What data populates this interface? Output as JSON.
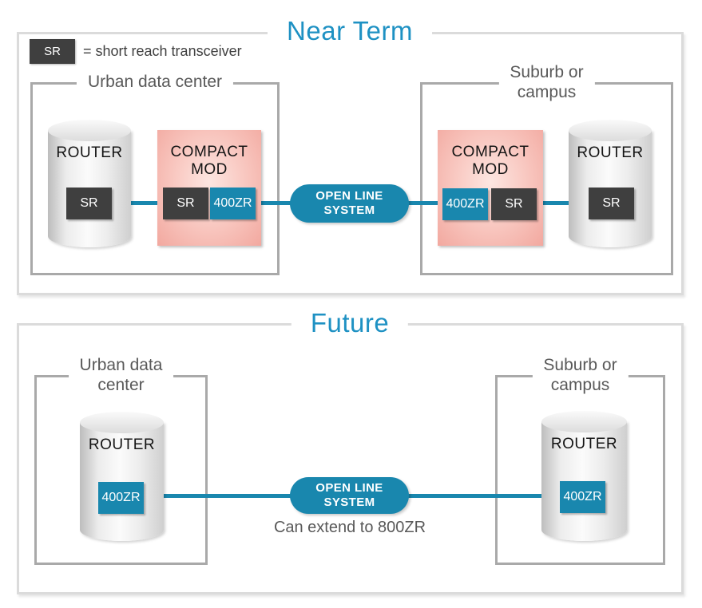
{
  "colors": {
    "accent_blue": "#1e91c3",
    "teal": "#1987ae",
    "dark_chip": "#3f3f3f",
    "pink_box": "#f2a89f",
    "panel_border": "#dbdbdb",
    "zone_border": "#a9a9a9",
    "label_gray": "#595959"
  },
  "legend": {
    "chip": "SR",
    "text": "= short reach transceiver"
  },
  "sections": {
    "near_term": {
      "title": "Near Term",
      "left_zone": {
        "label": "Urban data center"
      },
      "right_zone": {
        "label_line1": "Suburb or",
        "label_line2": "campus"
      },
      "router_left": {
        "label": "ROUTER",
        "chip": "SR"
      },
      "compact_left": {
        "title_line1": "COMPACT",
        "title_line2": "MOD",
        "chips": [
          "SR",
          "400ZR"
        ]
      },
      "pill": {
        "line1": "OPEN LINE",
        "line2": "SYSTEM"
      },
      "compact_right": {
        "title_line1": "COMPACT",
        "title_line2": "MOD",
        "chips": [
          "400ZR",
          "SR"
        ]
      },
      "router_right": {
        "label": "ROUTER",
        "chip": "SR"
      }
    },
    "future": {
      "title": "Future",
      "left_zone": {
        "label_line1": "Urban data",
        "label_line2": "center"
      },
      "right_zone": {
        "label_line1": "Suburb or",
        "label_line2": "campus"
      },
      "router_left": {
        "label": "ROUTER",
        "chip": "400ZR"
      },
      "pill": {
        "line1": "OPEN LINE",
        "line2": "SYSTEM"
      },
      "caption": "Can extend to 800ZR",
      "router_right": {
        "label": "ROUTER",
        "chip": "400ZR"
      }
    }
  }
}
